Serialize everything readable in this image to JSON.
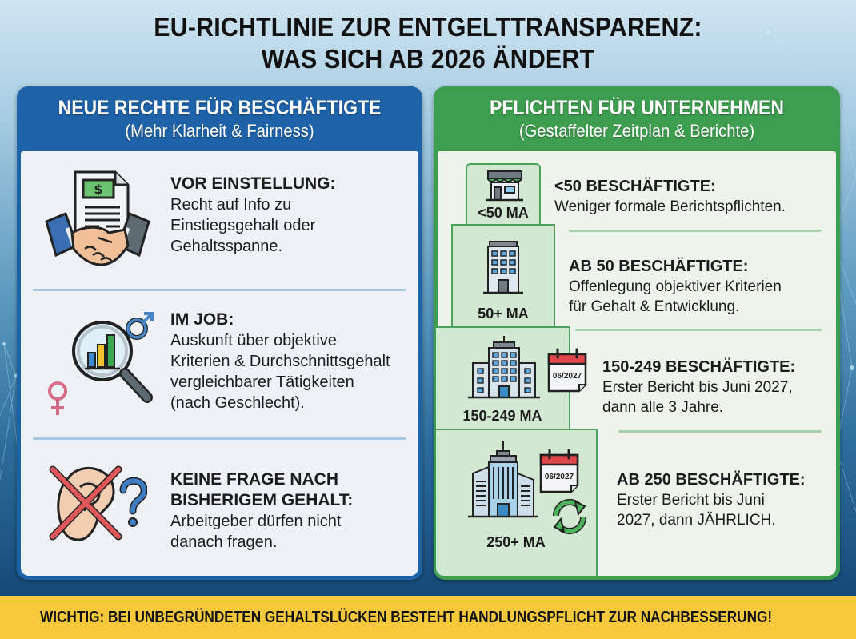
{
  "title": {
    "line1": "EU-RICHTLINIE ZUR ENTGELTTRANSPARENZ:",
    "line2": "WAS SICH AB 2026 ÄNDERT"
  },
  "left_panel": {
    "heading": "NEUE RECHTE FÜR BESCHÄFTIGTE",
    "subheading": "(Mehr Klarheit & Fairness)",
    "color": "#1e62a8",
    "items": [
      {
        "icon": "handshake-contract-icon",
        "title": "VOR EINSTELLUNG:",
        "lines": [
          "Recht auf Info zu",
          "Einstiegsgehalt oder",
          "Gehaltsspanne."
        ]
      },
      {
        "icon": "magnifier-gender-chart-icon",
        "title": "IM JOB:",
        "lines": [
          "Auskunft über objektive",
          "Kriterien & Durchschnittsgehalt",
          "vergleichbarer Tätigkeiten",
          "(nach Geschlecht)."
        ]
      },
      {
        "icon": "crossed-ear-question-icon",
        "title_lines": [
          "KEINE FRAGE NACH",
          "BISHERIGEM GEHALT:"
        ],
        "lines": [
          "Arbeitgeber dürfen nicht",
          "danach fragen."
        ]
      }
    ]
  },
  "right_panel": {
    "heading": "PFLICHTEN FÜR UNTERNEHMEN",
    "subheading": "(Gestaffelter Zeitplan & Berichte)",
    "color": "#3e9e4f",
    "tiers": [
      {
        "icon": "small-shop-icon",
        "label": "<50 MA",
        "title": "<50 BESCHÄFTIGTE:",
        "lines": [
          "Weniger formale Berichtspflichten."
        ]
      },
      {
        "icon": "office-building-icon",
        "label": "50+ MA",
        "title": "AB 50 BESCHÄFTIGTE:",
        "lines": [
          "Offenlegung objektiver Kriterien",
          "für Gehalt & Entwicklung."
        ]
      },
      {
        "icon": "large-office-building-icon",
        "label": "150-249 MA",
        "calendar": "06/2027",
        "title": "150-249 BESCHÄFTIGTE:",
        "lines": [
          "Erster Bericht bis Juni 2027,",
          "dann alle 3 Jahre."
        ]
      },
      {
        "icon": "skyscraper-icon",
        "label": "250+ MA",
        "calendar": "06/2027",
        "extra_icon": "refresh-cycle-icon",
        "title": "AB 250 BESCHÄFTIGTE:",
        "lines": [
          "Erster Bericht bis Juni",
          "2027, dann JÄHRLICH."
        ]
      }
    ]
  },
  "warning": {
    "icon": "warning-triangle-icon",
    "text": "WICHTIG: BEI UNBEGRÜNDETEN GEHALTSLÜCKEN BESTEHT HANDLUNGSPFLICHT ZUR NACHBESSERUNG!",
    "color": "#f6c93c"
  }
}
